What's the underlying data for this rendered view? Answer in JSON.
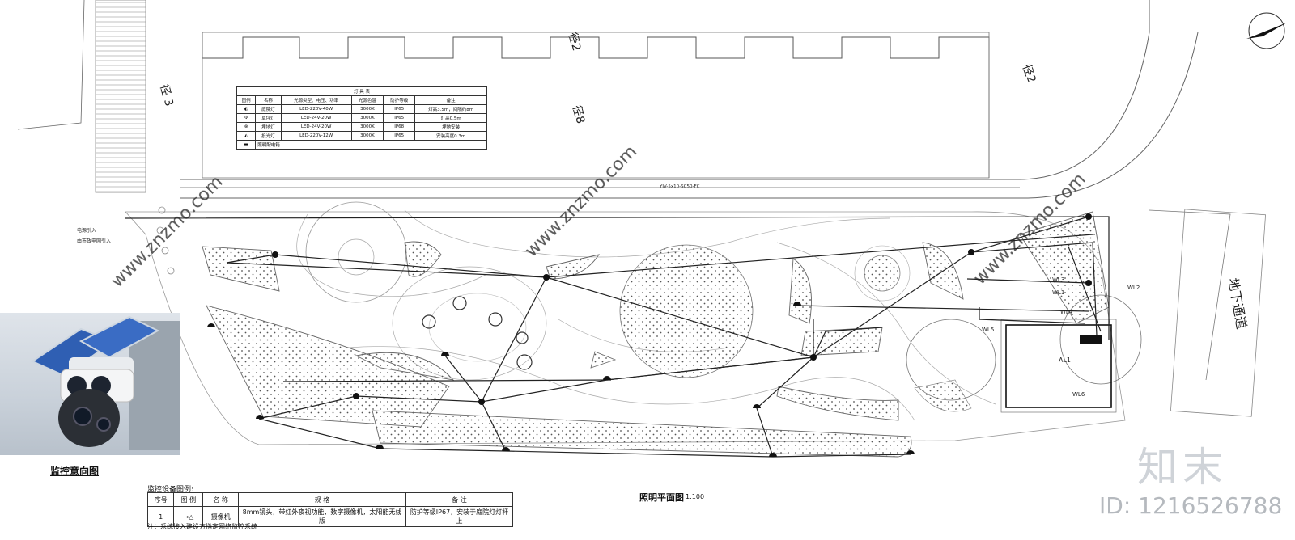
{
  "luminaire_table": {
    "title": "灯 具 表",
    "headers": [
      "图例",
      "名称",
      "光源类型、电压、功率",
      "光源色温",
      "防护等级",
      "备注"
    ],
    "rows": [
      {
        "name": "庭院灯",
        "spec": "LED-220V-40W",
        "temp": "3000K",
        "ip": "IP65",
        "remark": "灯高3.5m，间隔约8m"
      },
      {
        "name": "草坪灯",
        "spec": "LED-24V-20W",
        "temp": "3000K",
        "ip": "IP65",
        "remark": "灯高0.5m"
      },
      {
        "name": "埋地灯",
        "spec": "LED-24V-20W",
        "temp": "3000K",
        "ip": "IP68",
        "remark": "埋地安装"
      },
      {
        "name": "投光灯",
        "spec": "LED-220V-12W",
        "temp": "3000K",
        "ip": "IP65",
        "remark": "安装高度0.3m"
      },
      {
        "name": "照明配电箱",
        "spec": "",
        "temp": "",
        "ip": "",
        "remark": ""
      }
    ]
  },
  "plan_labels": {
    "jing3": "径 3",
    "jing2a": "径2",
    "jing8": "径8",
    "jing2b": "径2",
    "underground": "地下通道",
    "pipe": "YJV-5x10-SC50-FC",
    "wl1": "WL1",
    "wl2": "WL2",
    "wl3": "WL3",
    "wl4": "WL4",
    "wl5": "WL5",
    "wl6": "WL6",
    "al1": "AL1",
    "entry_1": "电源引入",
    "entry_2": "由市政电网引入"
  },
  "photo_caption": "监控意向图",
  "legend": {
    "title": "监控设备图例:",
    "headers": [
      "序号",
      "图 例",
      "名 称",
      "规 格",
      "备 注"
    ],
    "row": {
      "no": "1",
      "symbol": "摄像机",
      "name": "摄像机",
      "spec": "8mm镜头，带红外夜视功能，数字摄像机，太阳能无线版",
      "remark": "防护等级IP67，安装于庭院灯灯杆上"
    },
    "note": "注：系统接入建设方指定网络监控系统"
  },
  "plan_title": "照明平面图",
  "plan_scale": "1:100",
  "watermark": {
    "text": "www.znzmo.com",
    "brand": "知末",
    "id": "ID: 1216526788"
  },
  "colors": {
    "line": "#333333",
    "dot": "#555555",
    "watermark": "#c8ccd1"
  }
}
